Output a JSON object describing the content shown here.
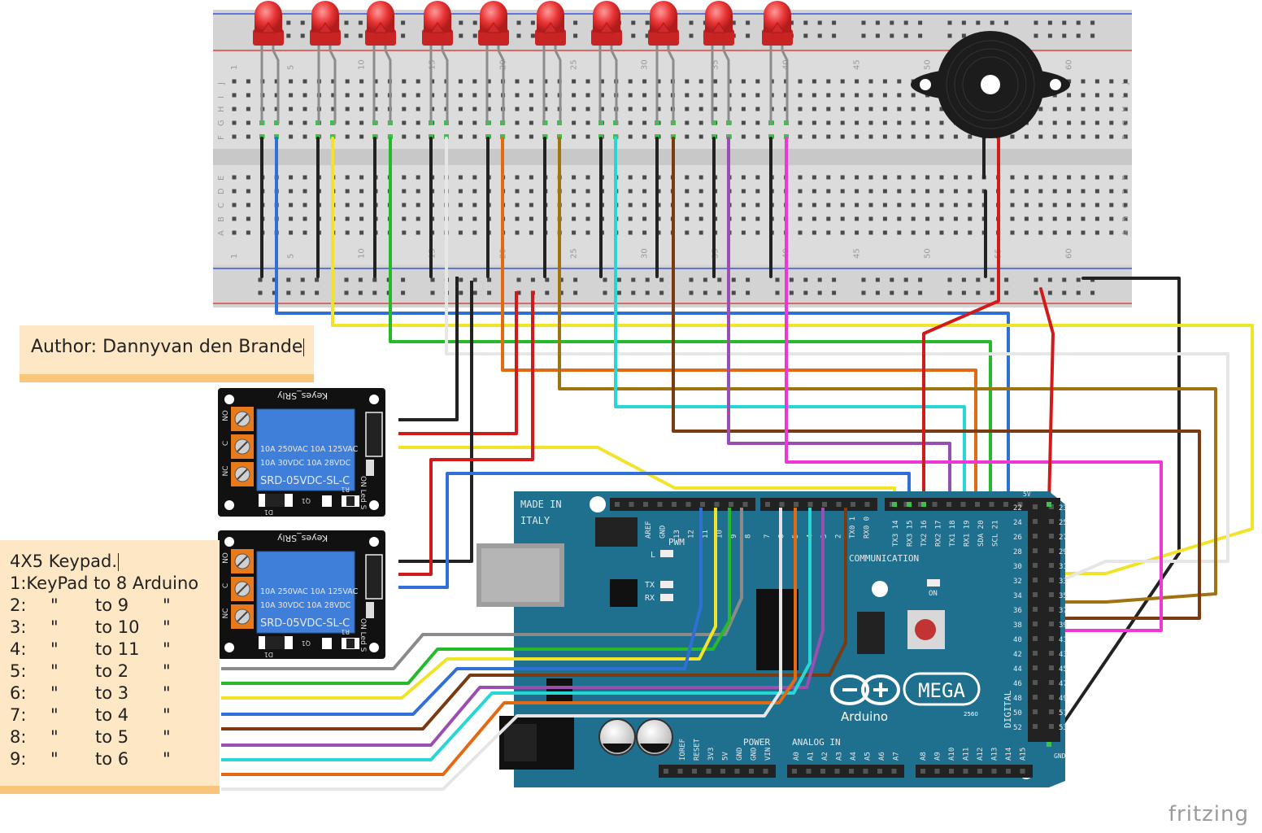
{
  "author_note": {
    "text": "Author: Dannyvan den Brande"
  },
  "keypad_note": {
    "title": "4X5 Keypad.",
    "line1": "1:KeyPad to 8 Arduino",
    "rows": [
      {
        "n": "2:",
        "q": "\"",
        "to": "to 9",
        "e": "\""
      },
      {
        "n": "3:",
        "q": "\"",
        "to": "to 10",
        "e": "\""
      },
      {
        "n": "4:",
        "q": "\"",
        "to": "to 11",
        "e": "\""
      },
      {
        "n": "5:",
        "q": "\"",
        "to": "to 2",
        "e": "\""
      },
      {
        "n": "6:",
        "q": "\"",
        "to": "to 3",
        "e": "\""
      },
      {
        "n": "7:",
        "q": "\"",
        "to": "to 4",
        "e": "\""
      },
      {
        "n": "8:",
        "q": "\"",
        "to": "to 5",
        "e": "\""
      },
      {
        "n": "9:",
        "q": "\"",
        "to": "to 6",
        "e": "\""
      }
    ]
  },
  "relay": {
    "brand": "Keyes_SRly",
    "spec1": "10A 250VAC  10A 125VAC",
    "spec2": "10A  30VDC  10A  28VDC",
    "model": "SRD-05VDC-SL-C",
    "pins_left": [
      "NO",
      "C",
      "NC"
    ],
    "side_label": "ON Led S",
    "d_label": "D1",
    "q_label": "Q1",
    "r_label": "R1"
  },
  "arduino": {
    "made_in": "MADE IN",
    "italy": "ITALY",
    "logo_text": "Arduino",
    "model": "MEGA",
    "model_num": "2560",
    "pwm": "PWM",
    "communication": "COMMUNICATION",
    "power": "POWER",
    "analog_in": "ANALOG IN",
    "digital": "DIGITAL",
    "on": "ON",
    "l": "L",
    "tx": "TX",
    "rx": "RX",
    "top_pins_pwm": [
      "AREF",
      "GND",
      "13",
      "12",
      "11",
      "10",
      "9",
      "8"
    ],
    "top_pins_pwm2": [
      "7",
      "6",
      "5",
      "4",
      "3",
      "2",
      "TX0 1",
      "RX0 0"
    ],
    "top_pins_comm": [
      "TX3 14",
      "RX3 15",
      "TX2 16",
      "RX2 17",
      "TX1 18",
      "RX1 19",
      "SDA 20",
      "SCL 21"
    ],
    "power_pins": [
      "IOREF",
      "RESET",
      "3V3",
      "5V",
      "GND",
      "GND",
      "VIN"
    ],
    "analog_pins": [
      "A0",
      "A1",
      "A2",
      "A3",
      "A4",
      "A5",
      "A6",
      "A7"
    ],
    "analog_pins2": [
      "A8",
      "A9",
      "A10",
      "A11",
      "A12",
      "A13",
      "A14",
      "A15"
    ],
    "digital_left": [
      "22",
      "24",
      "26",
      "28",
      "30",
      "32",
      "34",
      "36",
      "38",
      "40",
      "42",
      "44",
      "46",
      "48",
      "50",
      "52"
    ],
    "digital_right": [
      "23",
      "25",
      "27",
      "29",
      "31",
      "33",
      "35",
      "37",
      "39",
      "41",
      "43",
      "45",
      "47",
      "49",
      "51",
      "53"
    ],
    "header_5v": "5V",
    "header_gnd": "GND"
  },
  "breadboard": {
    "col_numbers": [
      "1",
      "5",
      "10",
      "15",
      "20",
      "25",
      "30",
      "35",
      "40",
      "45",
      "50",
      "55",
      "60"
    ],
    "rows_top": [
      "J",
      "I",
      "H",
      "G",
      "F"
    ],
    "rows_bottom": [
      "E",
      "D",
      "C",
      "B",
      "A"
    ]
  },
  "logo": "fritzing"
}
